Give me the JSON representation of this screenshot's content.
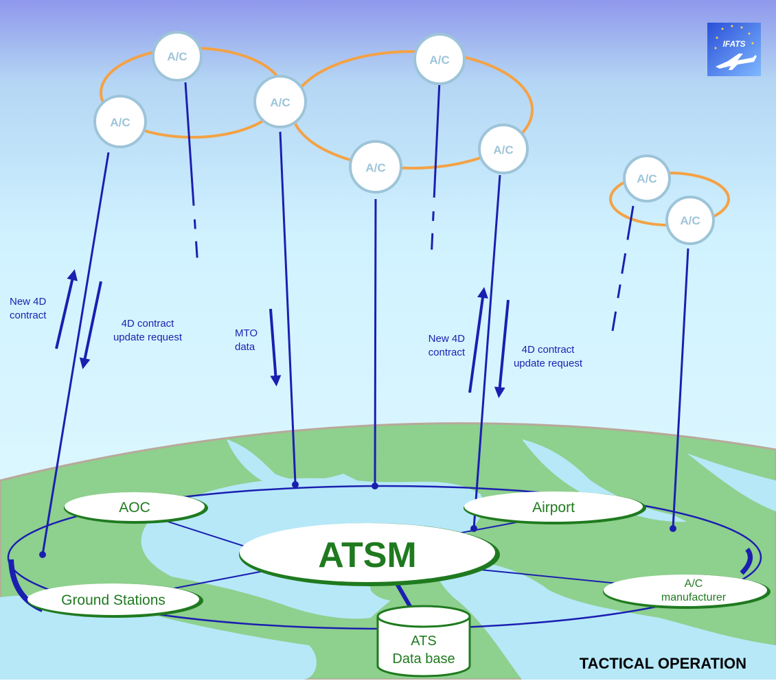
{
  "logo": {
    "text": "IFATS"
  },
  "aircraft": [
    {
      "id": "ac1",
      "label": "A/C"
    },
    {
      "id": "ac2",
      "label": "A/C"
    },
    {
      "id": "ac3",
      "label": "A/C"
    },
    {
      "id": "ac4",
      "label": "A/C"
    },
    {
      "id": "ac5",
      "label": "A/C"
    },
    {
      "id": "ac6",
      "label": "A/C"
    },
    {
      "id": "ac7",
      "label": "A/C"
    },
    {
      "id": "ac8",
      "label": "A/C"
    }
  ],
  "arrows": {
    "left_up": [
      "New 4D",
      "contract"
    ],
    "left_down": [
      "4D contract",
      "update request"
    ],
    "mto": [
      "MTO",
      "data"
    ],
    "right_up": [
      "New 4D",
      "contract"
    ],
    "right_down": [
      "4D contract",
      "update request"
    ]
  },
  "nodes": {
    "aoc": "AOC",
    "airport": "Airport",
    "atsm": "ATSM",
    "ground": "Ground Stations",
    "manufacturer": [
      "A/C",
      "manufacturer"
    ],
    "database": [
      "ATS",
      "Data base"
    ]
  },
  "footer": "TACTICAL OPERATION",
  "colors": {
    "sky_top": "#8f98ec",
    "sky_bottom": "#e0f8ff",
    "land": "#8ed08e",
    "water": "#b6e8f8",
    "link": "#1b1fb0",
    "ring": "#f4a245",
    "ac_border": "#9dc4d8",
    "node_text": "#1f7a1f"
  }
}
